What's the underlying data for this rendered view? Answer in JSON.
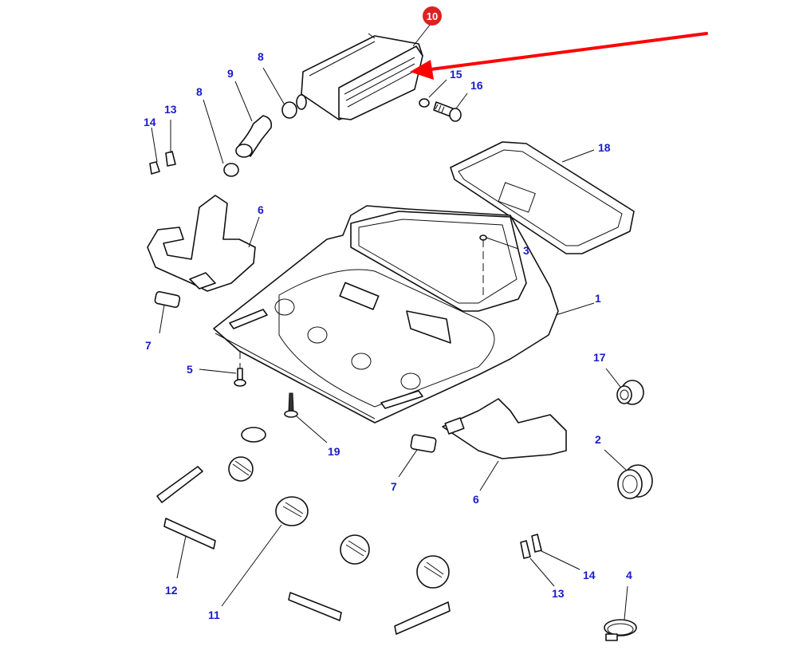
{
  "diagram": {
    "title": "Cab roof headliner / air duct assembly – exploded parts view",
    "highlight": {
      "part_number": "10",
      "badge_color": "#e02020",
      "arrow_color": "#ff0000"
    },
    "callout_color": "#1a1acc",
    "callouts": [
      {
        "id": "c10",
        "label": "10",
        "part": "air filter housing"
      },
      {
        "id": "c8a",
        "label": "8",
        "part": "hose clamp (upper)"
      },
      {
        "id": "c9",
        "label": "9",
        "part": "air hose"
      },
      {
        "id": "c8b",
        "label": "8",
        "part": "hose clamp (lower)"
      },
      {
        "id": "c13a",
        "label": "13",
        "part": "clip"
      },
      {
        "id": "c14a",
        "label": "14",
        "part": "clip"
      },
      {
        "id": "c15",
        "label": "15",
        "part": "washer"
      },
      {
        "id": "c16",
        "label": "16",
        "part": "bolt"
      },
      {
        "id": "c18",
        "label": "18",
        "part": "roof hatch frame"
      },
      {
        "id": "c6a",
        "label": "6",
        "part": "air duct (left)"
      },
      {
        "id": "c3",
        "label": "3",
        "part": "fastener"
      },
      {
        "id": "c7a",
        "label": "7",
        "part": "duct seal (left)"
      },
      {
        "id": "c1",
        "label": "1",
        "part": "headliner panel"
      },
      {
        "id": "c5",
        "label": "5",
        "part": "screw"
      },
      {
        "id": "c17",
        "label": "17",
        "part": "grommet"
      },
      {
        "id": "c19",
        "label": "19",
        "part": "self-tapping screw"
      },
      {
        "id": "c2",
        "label": "2",
        "part": "grommet"
      },
      {
        "id": "c7b",
        "label": "7",
        "part": "duct seal (right)"
      },
      {
        "id": "c6b",
        "label": "6",
        "part": "air duct (right)"
      },
      {
        "id": "c12",
        "label": "12",
        "part": "vent grille"
      },
      {
        "id": "c11",
        "label": "11",
        "part": "round air vent"
      },
      {
        "id": "c14b",
        "label": "14",
        "part": "clip"
      },
      {
        "id": "c13b",
        "label": "13",
        "part": "clip"
      },
      {
        "id": "c4",
        "label": "4",
        "part": "hose clamp"
      }
    ]
  }
}
